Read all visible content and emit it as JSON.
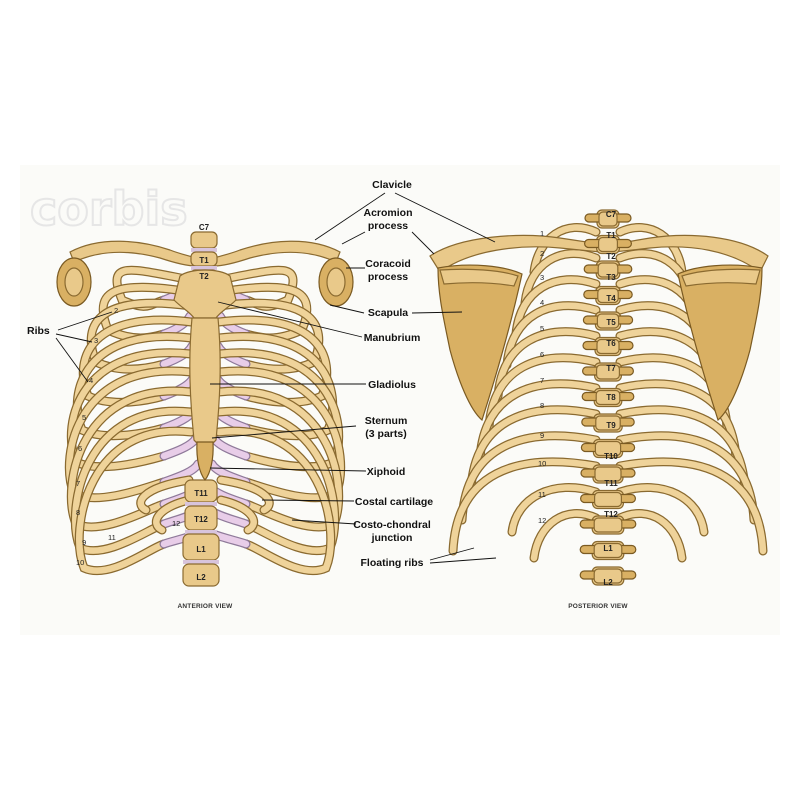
{
  "watermark": "corbis",
  "labels": {
    "clavicle": "Clavicle",
    "acromion_1": "Acromion",
    "acromion_2": "process",
    "coracoid_1": "Coracoid",
    "coracoid_2": "process",
    "scapula": "Scapula",
    "manubrium": "Manubrium",
    "gladiolus": "Gladiolus",
    "sternum_1": "Sternum",
    "sternum_2": "(3 parts)",
    "xiphoid": "Xiphoid",
    "costal_cartilage": "Costal cartilage",
    "costo_1": "Costo-chondral",
    "costo_2": "junction",
    "floating_ribs": "Floating ribs",
    "ribs": "Ribs"
  },
  "anterior": {
    "caption": "ANTERIOR VIEW",
    "vertebrae": [
      "C7",
      "T1",
      "T2",
      "T11",
      "T12",
      "L1",
      "L2"
    ],
    "rib_numbers": [
      "2",
      "3",
      "4",
      "5",
      "6",
      "7",
      "8",
      "9",
      "10",
      "11",
      "12"
    ]
  },
  "posterior": {
    "caption": "POSTERIOR VIEW",
    "vertebrae": [
      "C7",
      "T1",
      "T2",
      "T3",
      "T4",
      "T5",
      "T6",
      "T7",
      "T8",
      "T9",
      "T10",
      "T11",
      "T12",
      "L1",
      "L2"
    ],
    "rib_numbers": [
      "1",
      "2",
      "3",
      "4",
      "5",
      "6",
      "7",
      "8",
      "9",
      "10",
      "11",
      "12"
    ]
  },
  "colors": {
    "bone": "#e9c98a",
    "bone_outline": "#8a6a30",
    "cartilage": "#e8cde8",
    "text": "#111111"
  }
}
